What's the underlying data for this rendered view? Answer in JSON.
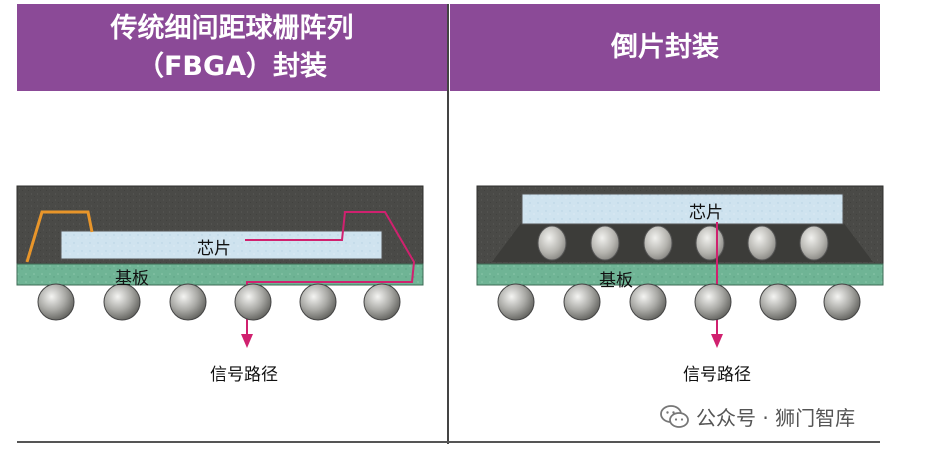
{
  "headers": {
    "left_line1": "传统细间距球栅阵列",
    "left_line2": "（FBGA）封装",
    "right": "倒片封装"
  },
  "fbga": {
    "chip_label": "芯片",
    "substrate_label": "基板",
    "signal_label": "信号路径"
  },
  "flipchip": {
    "chip_label": "芯片",
    "substrate_label": "基板",
    "signal_label": "信号路径"
  },
  "watermark": {
    "text": "公众号 · 狮门智库",
    "icon": "wechat-icon"
  },
  "colors": {
    "header_bg": "#8b4a97",
    "mold": "#4a4a47",
    "chip": "#cfe3ef",
    "substrate": "#6fb495",
    "wire": "#e8952a",
    "signal": "#d0216f"
  }
}
